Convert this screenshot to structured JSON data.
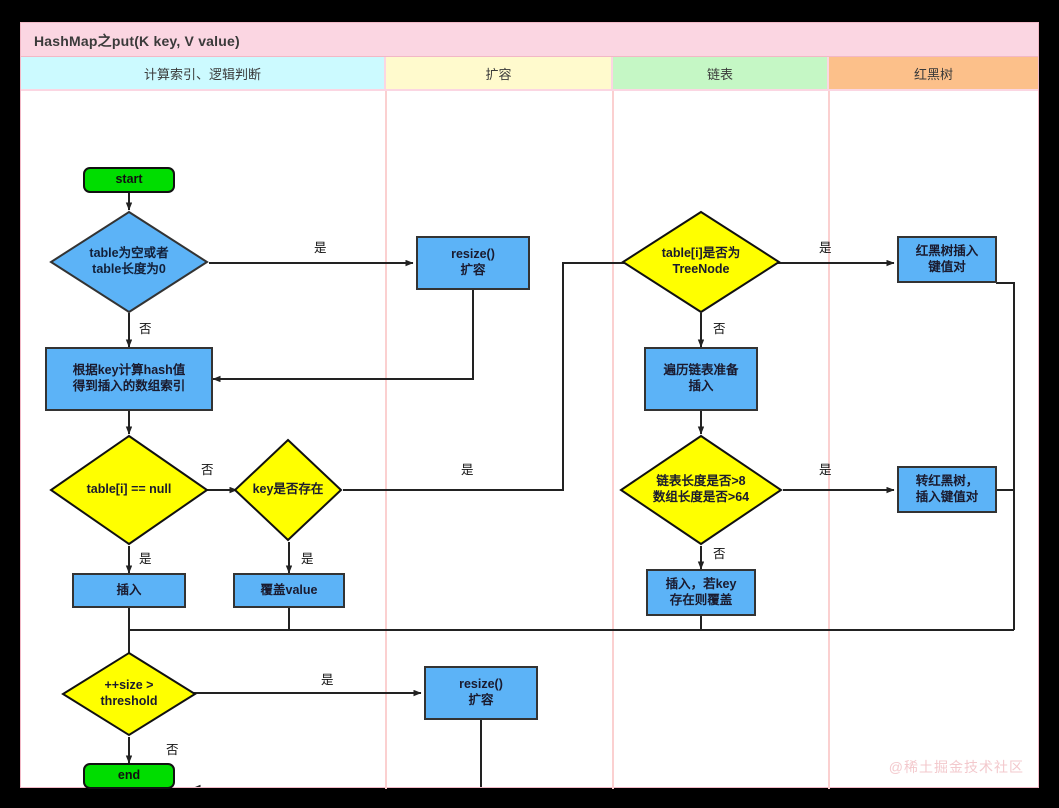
{
  "diagram": {
    "title": "HashMap之put(K key, V value)",
    "watermark": "@稀土掘金技术社区",
    "colors": {
      "frame": "#f2b8c6",
      "title_band": "#fbd6e2",
      "lane_compute": "#ccfaff",
      "lane_resize": "#fffacd",
      "lane_list": "#c5f7c5",
      "lane_tree": "#fcc08a",
      "process": "#5cb3f7",
      "decision": "#ffff00",
      "terminal": "#00dd00",
      "stroke": "#333333"
    },
    "lanes": [
      {
        "id": "compute",
        "label": "计算索引、逻辑判断"
      },
      {
        "id": "resize",
        "label": "扩容"
      },
      {
        "id": "list",
        "label": "链表"
      },
      {
        "id": "tree",
        "label": "红黑树"
      }
    ],
    "nodes": [
      {
        "id": "start",
        "type": "terminal",
        "lane": "compute",
        "text": "start"
      },
      {
        "id": "table-empty",
        "type": "decision",
        "lane": "compute",
        "text": "table为空或者\ntable长度为0"
      },
      {
        "id": "calc-hash",
        "type": "process",
        "lane": "compute",
        "text": "根据key计算hash值\n得到插入的数组索引"
      },
      {
        "id": "table-i-null",
        "type": "decision",
        "lane": "compute",
        "text": "table[i] == null"
      },
      {
        "id": "key-exists",
        "type": "decision",
        "lane": "compute",
        "text": "key是否存在"
      },
      {
        "id": "insert",
        "type": "process",
        "lane": "compute",
        "text": "插入"
      },
      {
        "id": "overwrite",
        "type": "process",
        "lane": "compute",
        "text": "覆盖value"
      },
      {
        "id": "size-threshold",
        "type": "decision",
        "lane": "compute",
        "text": "++size >\nthreshold"
      },
      {
        "id": "end",
        "type": "terminal",
        "lane": "compute",
        "text": "end"
      },
      {
        "id": "resize-1",
        "type": "process",
        "lane": "resize",
        "text": "resize()\n扩容"
      },
      {
        "id": "resize-2",
        "type": "process",
        "lane": "resize",
        "text": "resize()\n扩容"
      },
      {
        "id": "is-treenode",
        "type": "decision",
        "lane": "list",
        "text": "table[i]是否为\nTreeNode"
      },
      {
        "id": "traverse-list",
        "type": "process",
        "lane": "list",
        "text": "遍历链表准备\n插入"
      },
      {
        "id": "len-check",
        "type": "decision",
        "lane": "list",
        "text": "链表长度是否>8\n数组长度是否>64"
      },
      {
        "id": "insert-or-ow",
        "type": "process",
        "lane": "list",
        "text": "插入，若key\n存在则覆盖"
      },
      {
        "id": "tree-insert",
        "type": "process",
        "lane": "tree",
        "text": "红黑树插入\n键值对"
      },
      {
        "id": "to-tree",
        "type": "process",
        "lane": "tree",
        "text": "转红黑树，\n插入键值对"
      }
    ],
    "edge_labels": {
      "table_empty_yes": "是",
      "table_empty_no": "否",
      "table_i_null_no": "否",
      "table_i_null_yes": "是",
      "key_exists_yes_right": "是",
      "key_exists_yes_down": "是",
      "is_treenode_yes": "是",
      "is_treenode_no": "否",
      "len_check_yes": "是",
      "len_check_no": "否",
      "size_threshold_yes": "是",
      "size_threshold_no": "否"
    }
  }
}
